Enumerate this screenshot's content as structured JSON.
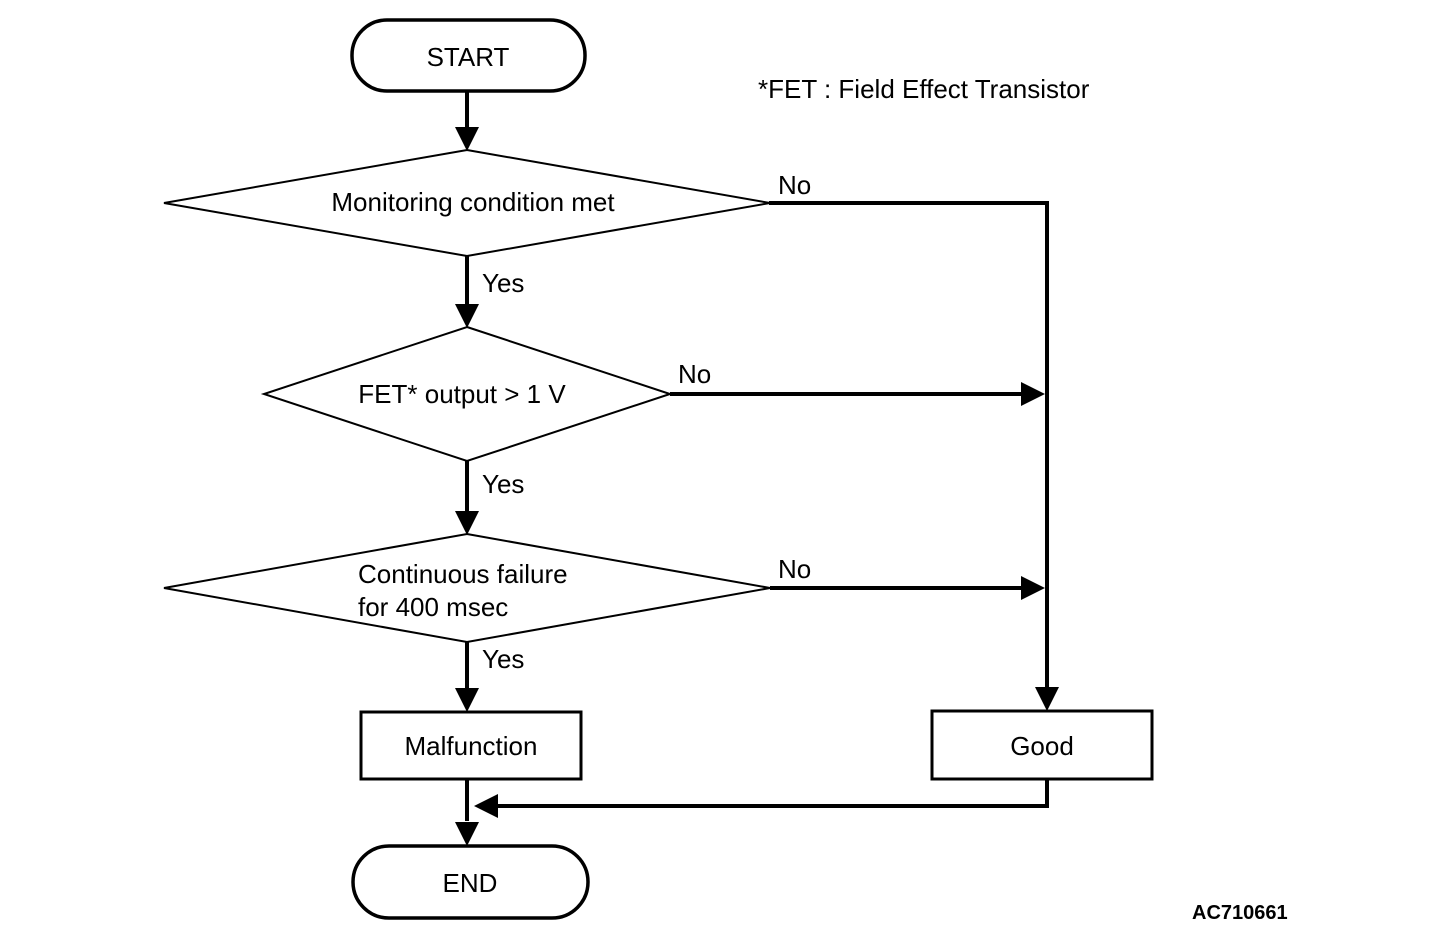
{
  "page": {
    "background_color": "#ffffff",
    "line_color": "#000000",
    "text_color": "#000000"
  },
  "annotation": {
    "note": "*FET : Field Effect Transistor",
    "figure_id": "AC710661"
  },
  "flowchart": {
    "nodes": {
      "start": {
        "type": "terminator",
        "label": "START"
      },
      "monitoring": {
        "type": "decision",
        "label": "Monitoring condition met"
      },
      "fet_output": {
        "type": "decision",
        "label": "FET* output > 1 V"
      },
      "continuous_failure": {
        "type": "decision",
        "label_line1": "Continuous failure",
        "label_line2": "for 400 msec"
      },
      "malfunction": {
        "type": "process",
        "label": "Malfunction"
      },
      "good": {
        "type": "process",
        "label": "Good"
      },
      "end": {
        "type": "terminator",
        "label": "END"
      }
    },
    "labels": {
      "yes1": "Yes",
      "no1": "No",
      "yes2": "Yes",
      "no2": "No",
      "yes3": "Yes",
      "no3": "No"
    },
    "edges": [
      {
        "from": "start",
        "to": "monitoring",
        "label": ""
      },
      {
        "from": "monitoring",
        "to": "fet_output",
        "label": "Yes"
      },
      {
        "from": "monitoring",
        "to": "good",
        "label": "No"
      },
      {
        "from": "fet_output",
        "to": "continuous_failure",
        "label": "Yes"
      },
      {
        "from": "fet_output",
        "to": "good",
        "label": "No"
      },
      {
        "from": "continuous_failure",
        "to": "malfunction",
        "label": "Yes"
      },
      {
        "from": "continuous_failure",
        "to": "good",
        "label": "No"
      },
      {
        "from": "malfunction",
        "to": "end",
        "label": ""
      },
      {
        "from": "good",
        "to": "end",
        "label": ""
      }
    ]
  }
}
